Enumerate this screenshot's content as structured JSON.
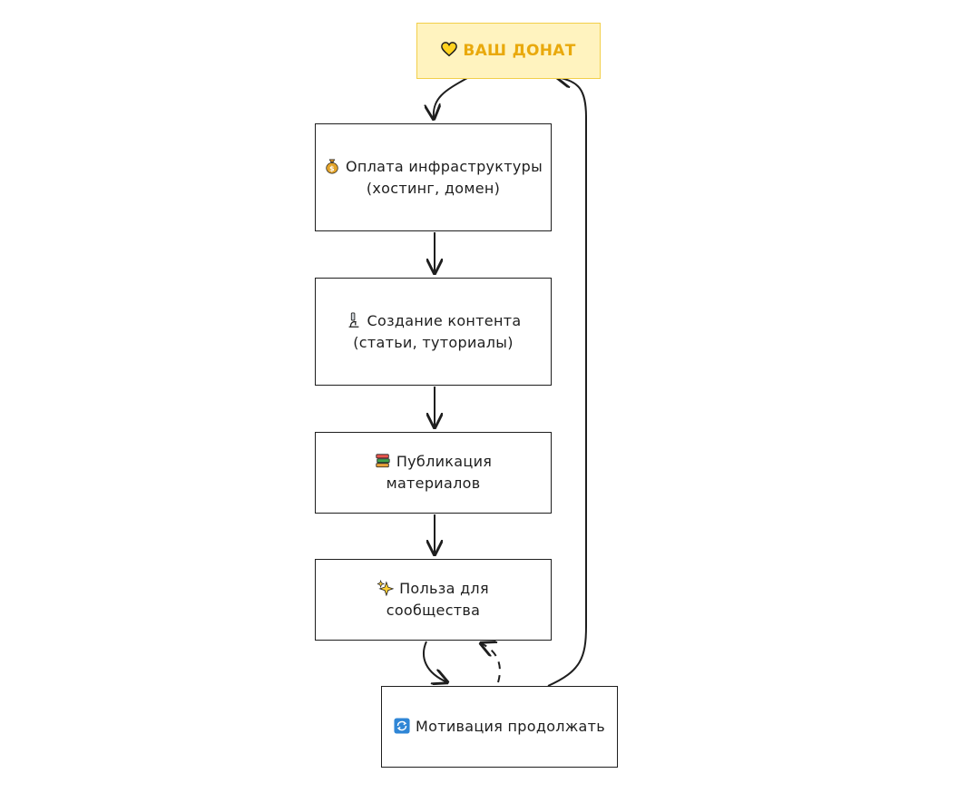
{
  "nodes": {
    "donate": {
      "label": "ВАШ ДОНАТ",
      "icon": "heart-icon"
    },
    "infra": {
      "label": "Оплата инфраструктуры (хостинг, домен)",
      "icon": "money-bag-icon"
    },
    "content": {
      "label": "Создание контента (статьи, туториалы)",
      "icon": "microscope-icon"
    },
    "publish": {
      "label": "Публикация материалов",
      "icon": "books-icon"
    },
    "benefit": {
      "label": "Польза для сообщества",
      "icon": "sparkles-icon"
    },
    "motivate": {
      "label": "Мотивация продолжать",
      "icon": "refresh-icon"
    }
  },
  "edges": [
    {
      "from": "donate",
      "to": "infra",
      "style": "solid"
    },
    {
      "from": "infra",
      "to": "content",
      "style": "solid"
    },
    {
      "from": "content",
      "to": "publish",
      "style": "solid"
    },
    {
      "from": "publish",
      "to": "benefit",
      "style": "solid"
    },
    {
      "from": "benefit",
      "to": "motivate",
      "style": "solid"
    },
    {
      "from": "motivate",
      "to": "benefit",
      "style": "dashed"
    },
    {
      "from": "motivate",
      "to": "donate",
      "style": "solid"
    }
  ],
  "colors": {
    "donate_fill": "#fff3bf",
    "donate_stroke": "#f2cf4a",
    "donate_text": "#e9a90c",
    "stroke": "#1e1e1e"
  }
}
